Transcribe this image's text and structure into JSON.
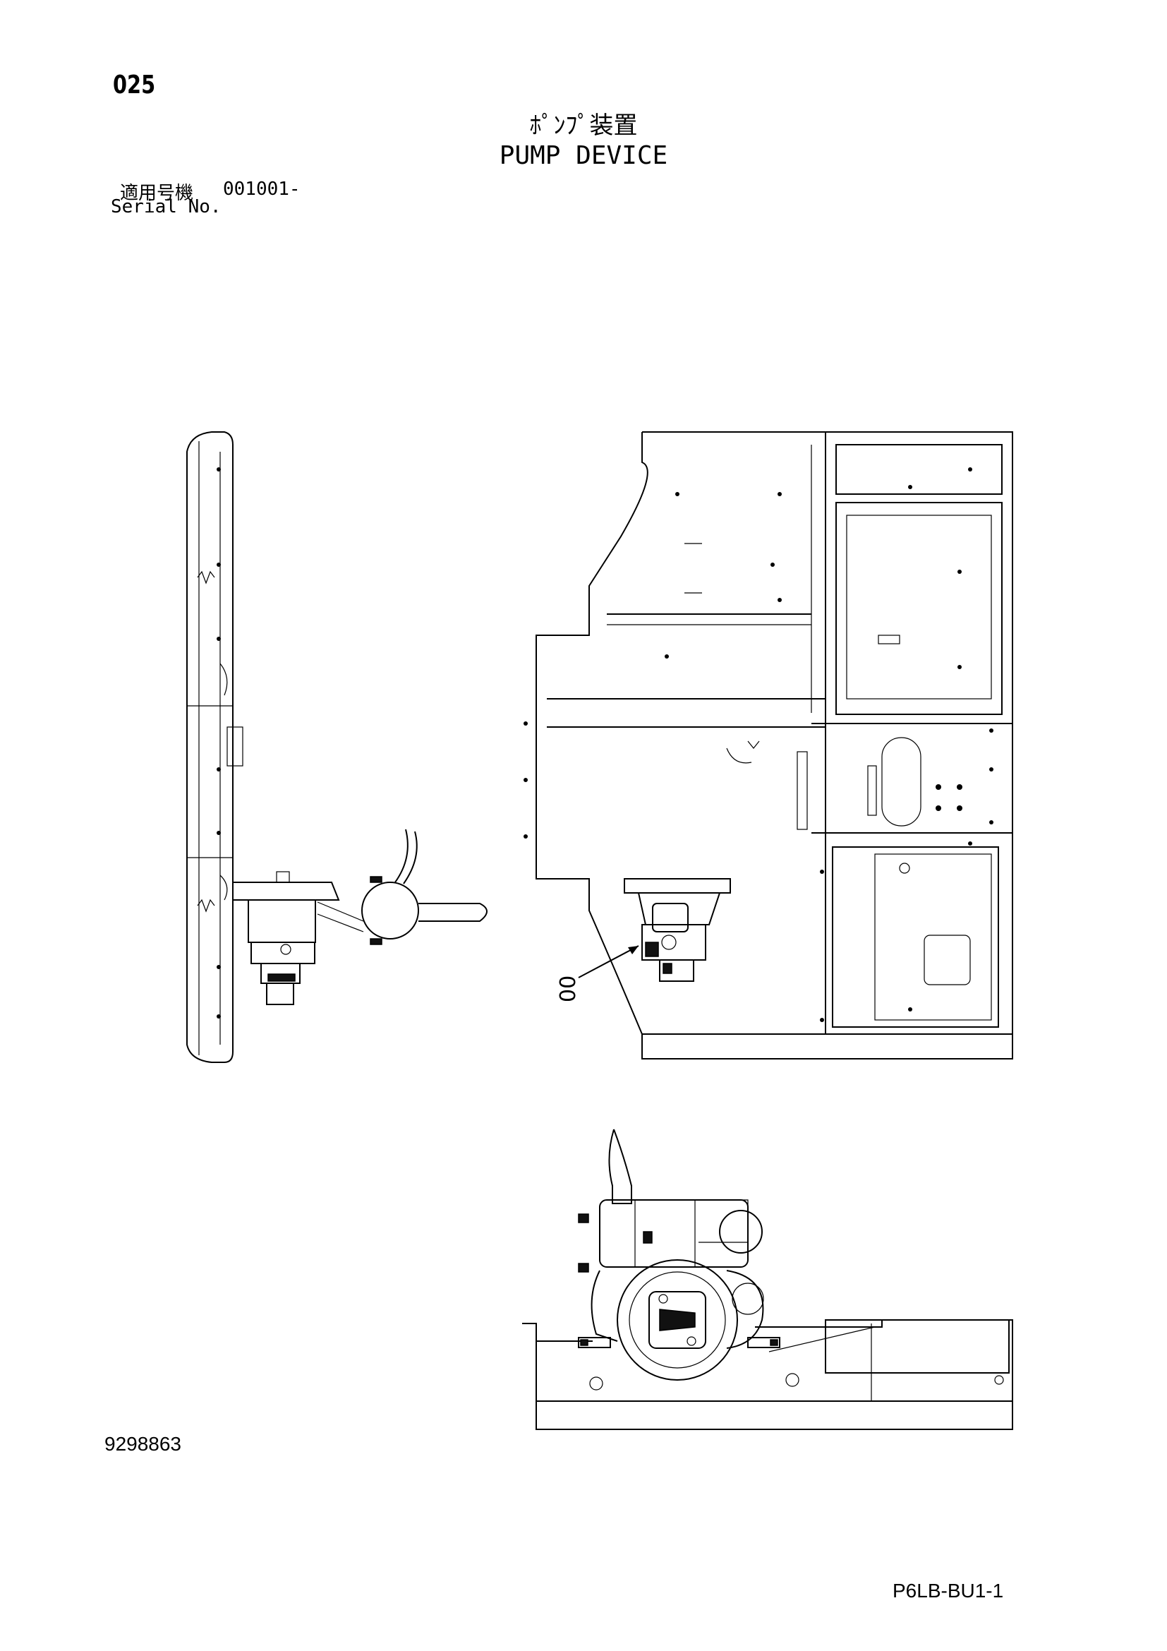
{
  "header": {
    "page_number": "025",
    "title_jp": "ﾎﾟﾝﾌﾟ装置",
    "title_en": "PUMP DEVICE",
    "serial_label_jp": "適用号機",
    "serial_value": "001001-",
    "serial_label_en": "Serial No."
  },
  "drawing": {
    "callout_label": "00"
  },
  "footer": {
    "doc_number": "9298863",
    "sheet_code": "P6LB-BU1-1"
  }
}
